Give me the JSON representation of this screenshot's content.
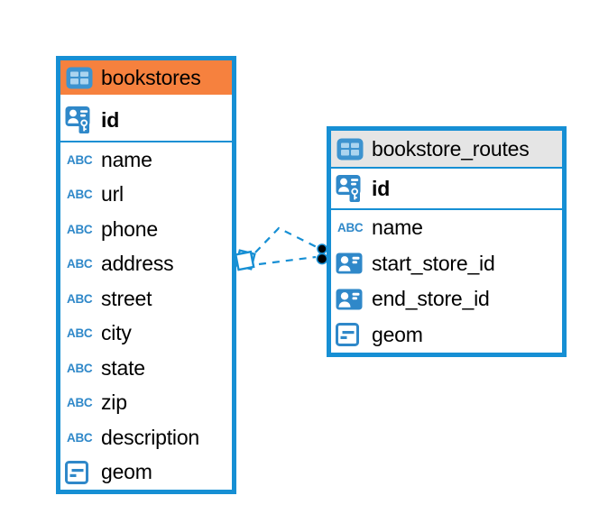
{
  "colors": {
    "background": "#ffffff",
    "table_border": "#168FD4",
    "selected_header_orange": "#F6813E",
    "header_gray": "#E5E5E5",
    "icon_blue": "#2F88C9",
    "icon_cell_light_blue": "#ABD4EF",
    "relationship_line": "#168FD4",
    "text": "#000000"
  },
  "icons": {
    "text_type_glyph": "ABC"
  },
  "tables": [
    {
      "name": "bookstores",
      "selected": true,
      "primary_key": "id",
      "columns": [
        {
          "name": "name",
          "type": "text"
        },
        {
          "name": "url",
          "type": "text"
        },
        {
          "name": "phone",
          "type": "text"
        },
        {
          "name": "address",
          "type": "text"
        },
        {
          "name": "street",
          "type": "text"
        },
        {
          "name": "city",
          "type": "text"
        },
        {
          "name": "state",
          "type": "text"
        },
        {
          "name": "zip",
          "type": "text"
        },
        {
          "name": "description",
          "type": "text"
        },
        {
          "name": "geom",
          "type": "geometry"
        }
      ]
    },
    {
      "name": "bookstore_routes",
      "selected": false,
      "primary_key": "id",
      "columns": [
        {
          "name": "name",
          "type": "text"
        },
        {
          "name": "start_store_id",
          "type": "reference"
        },
        {
          "name": "end_store_id",
          "type": "reference"
        },
        {
          "name": "geom",
          "type": "geometry"
        }
      ]
    }
  ],
  "relationships": [
    {
      "from_table": "bookstores",
      "to_table": "bookstore_routes",
      "line_style": "dashed",
      "line_count": 2
    }
  ]
}
